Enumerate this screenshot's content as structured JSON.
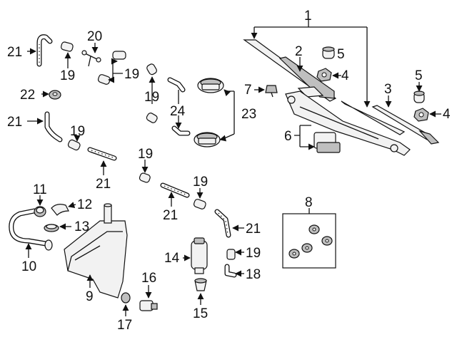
{
  "callouts": {
    "c1": "1",
    "c2": "2",
    "c3": "3",
    "c4a": "4",
    "c4b": "4",
    "c5a": "5",
    "c5b": "5",
    "c6": "6",
    "c7": "7",
    "c8": "8",
    "c9": "9",
    "c10": "10",
    "c11": "11",
    "c12": "12",
    "c13": "13",
    "c14": "14",
    "c15": "15",
    "c16": "16",
    "c17": "17",
    "c18": "18",
    "c19a": "19",
    "c19b": "19",
    "c19c": "19",
    "c19d": "19",
    "c19e": "19",
    "c19f": "19",
    "c19g": "19",
    "c20": "20",
    "c21a": "21",
    "c21b": "21",
    "c21c": "21",
    "c21d": "21",
    "c21e": "21",
    "c22": "22",
    "c23": "23",
    "c24": "24"
  }
}
